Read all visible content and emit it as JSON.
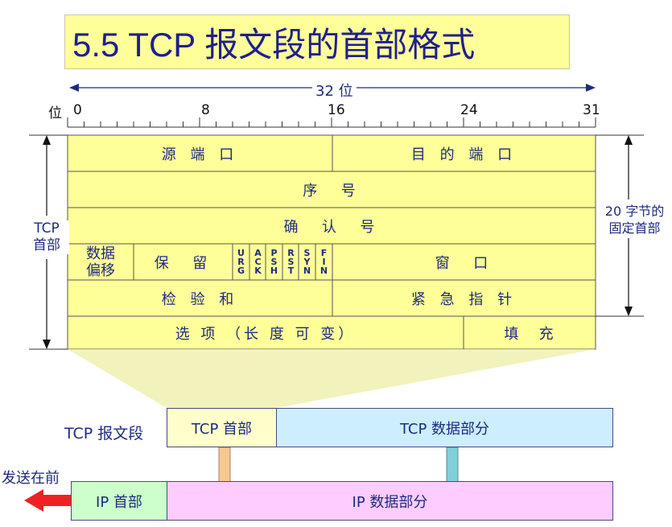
{
  "title": "5.5  TCP 报文段的首部格式",
  "ruler": {
    "span_label": "32 位",
    "axis_label": "位",
    "ticks": [
      "0",
      "8",
      "16",
      "24",
      "31"
    ]
  },
  "header_side": {
    "left": "TCP\n首部",
    "right": "20 字节的\n固定首部"
  },
  "fields": {
    "src_port": "源 端 口",
    "dst_port": "目 的 端 口",
    "seq": "序  号",
    "ack": "确  认  号",
    "data_offset": "数据\n偏移",
    "reserved": "保  留",
    "flags": [
      "URG",
      "ACK",
      "PSH",
      "RST",
      "SYN",
      "FIN"
    ],
    "window": "窗  口",
    "checksum": "检 验 和",
    "urgent_ptr": "紧 急 指 针",
    "options": "选 项 （长 度 可 变）",
    "padding": "填   充"
  },
  "segment": {
    "label": "TCP 报文段",
    "tcp_header": "TCP 首部",
    "tcp_data": "TCP 数据部分"
  },
  "ip_packet": {
    "send_first": "发送在前",
    "ip_header": "IP 首部",
    "ip_data": "IP 数据部分"
  },
  "colors": {
    "title_bg": "#ffff99",
    "table_bg": "#ffff99",
    "tcp_header_bg": "#ffffcc",
    "tcp_data_bg": "#cceeff",
    "ip_header_bg": "#ccffcc",
    "ip_data_bg": "#ffccff",
    "text": "#1f2a80"
  }
}
